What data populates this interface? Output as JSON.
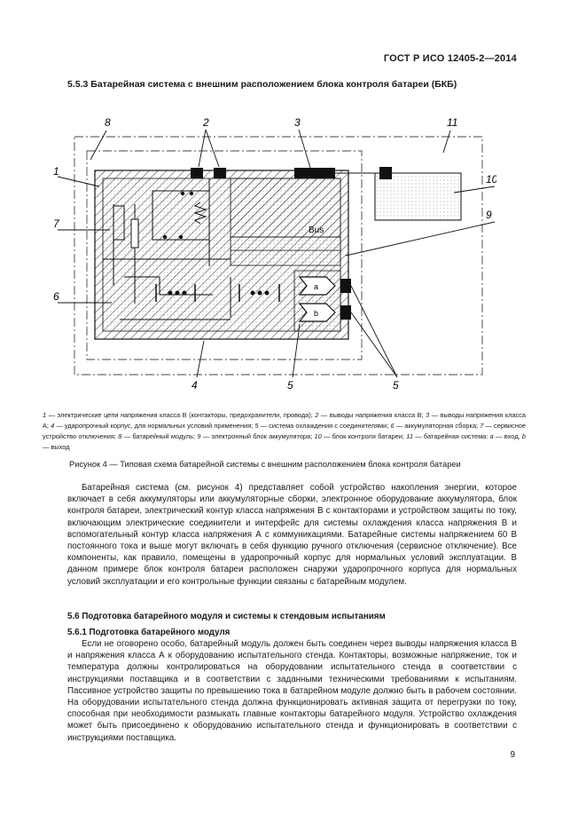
{
  "header": {
    "doc_id": "ГОСТ Р ИСО 12405-2—2014"
  },
  "section": {
    "title": "5.5.3 Батарейная система с внешним расположением блока контроля батареи (БКБ)"
  },
  "figure": {
    "labels": {
      "n1": "1",
      "n2": "2",
      "n3": "3",
      "n4": "4",
      "n5a": "5",
      "n5b": "5",
      "n6": "6",
      "n7": "7",
      "n8": "8",
      "n9": "9",
      "n10": "10",
      "n11": "11",
      "bus": "Bus",
      "a": "a",
      "b": "b"
    },
    "legend": [
      {
        "num": "1",
        "text": " — электрические цепи напряжения класса В (контакторы, предохранители, провода); "
      },
      {
        "num": "2",
        "text": " — выводы напряжения класса В; "
      },
      {
        "num": "3",
        "text": " — выводы напряжения класса А; "
      },
      {
        "num": "4",
        "text": " — ударопрочный корпус, для нормальных условий применения; "
      },
      {
        "num": "5",
        "text": " — система охлаждения с соединителями; "
      },
      {
        "num": "6",
        "text": " — аккумуляторная сборка; "
      },
      {
        "num": "7",
        "text": " — сервисное устройство отключения; "
      },
      {
        "num": "8",
        "text": " — батарейный модуль; "
      },
      {
        "num": "9",
        "text": " — электронный блок аккумулятора; "
      },
      {
        "num": "10",
        "text": " — блок контроля батареи; "
      },
      {
        "num": "11",
        "text": " — батарейная система: "
      },
      {
        "num": "a",
        "text": " — вход, "
      },
      {
        "num": "b",
        "text": " — выход"
      }
    ],
    "caption": "Рисунок 4 — Типовая схема батарейной системы с внешним расположением блока контроля батареи"
  },
  "paragraph1": "Батарейная система (см. рисунок 4) представляет собой устройство накопления энергии, которое включает в себя аккумуляторы или аккумуляторные сборки, электронное оборудование аккумулятора, блок контроля батареи, электрический контур класса напряжения В с контакторами и устройством защиты по току, включающим электрические соединители и интерфейс для системы охлаждения класса напряжения В и вспомогательный контур класса напряжения А с коммуникациями. Батарейные системы напряжением 60 В постоянного тока и выше могут включать в себя функцию ручного отключения (сервисное отключение). Все компоненты, как правило, помещены в ударопрочный корпус для нормальных условий эксплуатации. В данном примере блок контроля батареи расположен снаружи ударопрочного корпуса для нормальных условий эксплуатации и его контрольные функции связаны с батарейным модулем.",
  "section2": {
    "title": "5.6 Подготовка батарейного модуля и системы к стендовым испытаниям"
  },
  "section3": {
    "title": "5.6.1 Подготовка батарейного модуля"
  },
  "paragraph2": "Если не оговорено особо, батарейный модуль должен быть соединен через выводы напряжения класса В и напряжения класса А к оборудованию испытательного стенда. Контакторы, возможные напряжение, ток и температура должны контролироваться на оборудовании испытательного стенда в соответствии с инструкциями поставщика и в соответствии с заданными техническими требованиями к испытаниям. Пассивное устройство защиты по превышению тока в батарейном модуле должно быть в рабочем состоянии. На оборудовании испытательного стенда должна функционировать активная защита от перегрузки по току, способная при необходимости размыкать главные контакторы батарейного модуля. Устройство охлаждения может быть присоединено к оборудованию испытательного стенда и функционировать в соответствии с инструкциями поставщика.",
  "page_number": "9"
}
